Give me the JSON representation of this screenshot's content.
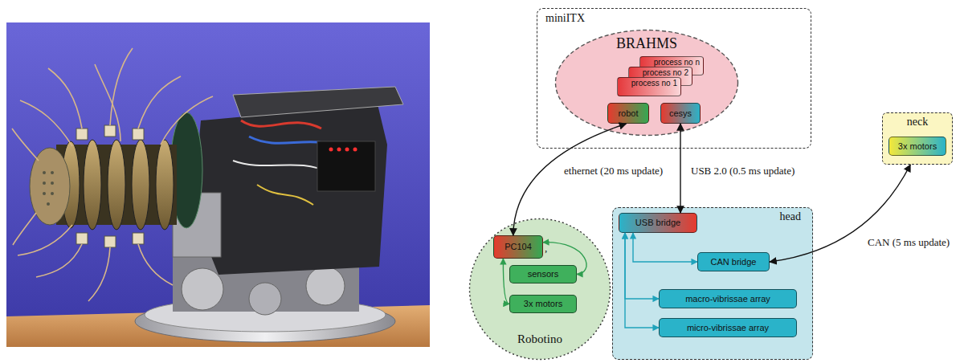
{
  "diagram": {
    "nodes": [
      {
        "text": [
          "miniITX"
        ]
      },
      {
        "text": [
          "BRAHMS"
        ],
        "in": 0
      },
      {
        "text": [
          "process no n"
        ],
        "in": 1
      },
      {
        "text": [
          "process no 2"
        ],
        "in": 1
      },
      {
        "text": [
          "process no 1"
        ],
        "in": 1
      },
      {
        "text": [
          "robot"
        ],
        "in": 1
      },
      {
        "text": [
          "cesys"
        ],
        "in": 1
      },
      {
        "text": [
          "neck"
        ]
      },
      {
        "text": [
          "3x motors"
        ],
        "in": 7
      },
      {
        "text": [
          "Robotino"
        ]
      },
      {
        "text": [
          "PC104"
        ],
        "in": 9
      },
      {
        "text": [
          "sensors"
        ],
        "in": 9
      },
      {
        "text": [
          "3x motors"
        ],
        "in": 9
      },
      {
        "text": [
          "head"
        ]
      },
      {
        "text": [
          "USB bridge"
        ],
        "in": 13
      },
      {
        "text": [
          "CAN bridge"
        ],
        "in": 13
      },
      {
        "text": [
          "macro-vibrissae array"
        ],
        "in": 13
      },
      {
        "text": [
          "micro-vibrissae array"
        ],
        "in": 13
      }
    ],
    "edges": [
      {
        "from": 5,
        "to": 10,
        "label": "ethernet (20 ms update)",
        "arrow": "both"
      },
      {
        "from": 6,
        "to": 14,
        "label": "USB 2.0 (0.5 ms update)",
        "arrow": "both"
      },
      {
        "from": 7,
        "to": 15,
        "label": "CAN (5 ms update)",
        "arrow": "both"
      },
      {
        "from": 10,
        "to": 11,
        "arrow": "both"
      },
      {
        "from": 10,
        "to": 12,
        "arrow": "both"
      },
      {
        "from": 14,
        "to": 15,
        "arrow": "both"
      },
      {
        "from": 14,
        "to": 16,
        "arrow": "both"
      },
      {
        "from": 14,
        "to": 17,
        "arrow": "both"
      }
    ],
    "labels": [
      ","
    ]
  }
}
